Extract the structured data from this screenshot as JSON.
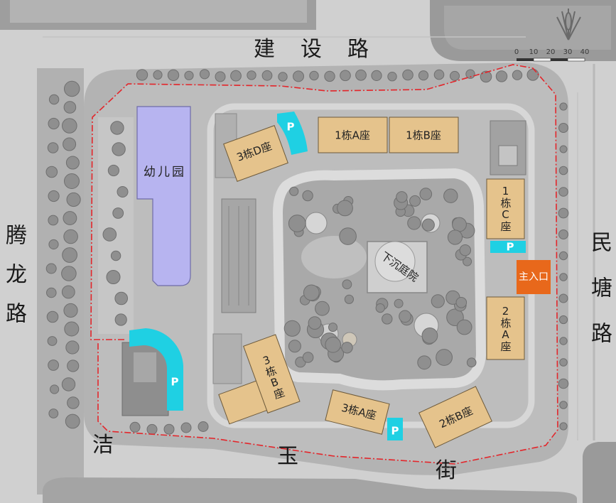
{
  "map": {
    "roads": {
      "north": "建设路",
      "west": "腾龙路",
      "east": "民塘路",
      "south_chars": [
        "洁",
        "玉",
        "街"
      ]
    },
    "buildings": {
      "kindergarten": "幼儿园",
      "b3d": "3栋D座",
      "b1a": "1栋A座",
      "b1b": "1栋B座",
      "b1c": "1栋C座",
      "b2a": "2栋A座",
      "b2b": "2栋B座",
      "b3a": "3栋A座",
      "b3b": "3栋B座"
    },
    "main_entrance": "主入口",
    "sunken_courtyard": "下沉庭院",
    "parking_label": "P",
    "scale": {
      "ticks": [
        "0",
        "10",
        "20",
        "30",
        "40"
      ]
    }
  },
  "colors": {
    "building": "#e5c38c",
    "building_stroke": "#6d5a3b",
    "kindergarten": "#b7b4f0",
    "kindergarten_stroke": "#6f6ca8",
    "parking": "#1fd0e3",
    "entrance": "#e8681b",
    "boundary": "#e3262b"
  }
}
